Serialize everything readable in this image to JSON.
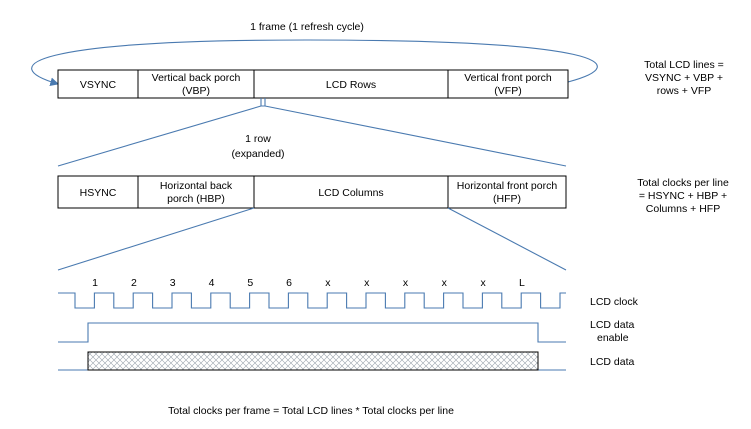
{
  "frame": {
    "label": "1 frame (1 refresh cycle)",
    "segments": [
      {
        "lines": [
          "VSYNC"
        ]
      },
      {
        "lines": [
          "Vertical back porch",
          "(VBP)"
        ]
      },
      {
        "lines": [
          "LCD Rows"
        ]
      },
      {
        "lines": [
          "Vertical front porch",
          "(VFP)"
        ]
      }
    ],
    "note": [
      "Total LCD lines =",
      "VSYNC + VBP +",
      "rows + VFP"
    ]
  },
  "row": {
    "label": [
      "1 row",
      "(expanded)"
    ],
    "segments": [
      {
        "lines": [
          "HSYNC"
        ]
      },
      {
        "lines": [
          "Horizontal back",
          "porch (HBP)"
        ]
      },
      {
        "lines": [
          "LCD Columns"
        ]
      },
      {
        "lines": [
          "Horizontal front porch",
          "(HFP)"
        ]
      }
    ],
    "note": [
      "Total clocks per line",
      "= HSYNC + HBP +",
      "Columns + HFP"
    ]
  },
  "clock_labels": [
    "1",
    "2",
    "3",
    "4",
    "5",
    "6",
    "x",
    "x",
    "x",
    "x",
    "x",
    "L"
  ],
  "signals": {
    "clock": [
      "LCD clock"
    ],
    "enable": [
      "LCD data",
      "enable"
    ],
    "data": [
      "LCD data"
    ]
  },
  "footer": "Total clocks per frame = Total LCD lines * Total clocks per line",
  "colors": {
    "signal": "#4a7ab0",
    "box_stroke": "#000000",
    "hatch": "#9aa3ad"
  }
}
